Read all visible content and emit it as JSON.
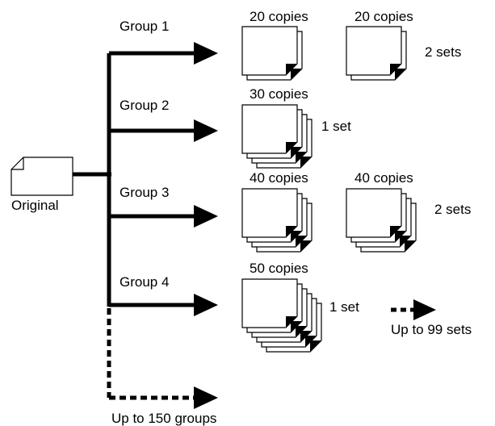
{
  "original": {
    "label": "Original"
  },
  "groups": [
    {
      "label": "Group 1",
      "stacks": [
        {
          "copies": "20 copies",
          "sheets": 2
        },
        {
          "copies": "20 copies",
          "sheets": 2
        }
      ],
      "sets": "2 sets"
    },
    {
      "label": "Group 2",
      "stacks": [
        {
          "copies": "30 copies",
          "sheets": 4
        }
      ],
      "sets": "1 set"
    },
    {
      "label": "Group 3",
      "stacks": [
        {
          "copies": "40 copies",
          "sheets": 4
        },
        {
          "copies": "40 copies",
          "sheets": 4
        }
      ],
      "sets": "2 sets"
    },
    {
      "label": "Group 4",
      "stacks": [
        {
          "copies": "50 copies",
          "sheets": 6
        }
      ],
      "sets": "1 set"
    }
  ],
  "limits": {
    "sets": "Up to 99 sets",
    "groups": "Up to 150 groups"
  },
  "colors": {
    "line": "#000000",
    "sheet_fill": "#ffffff",
    "fold": "#000000"
  }
}
